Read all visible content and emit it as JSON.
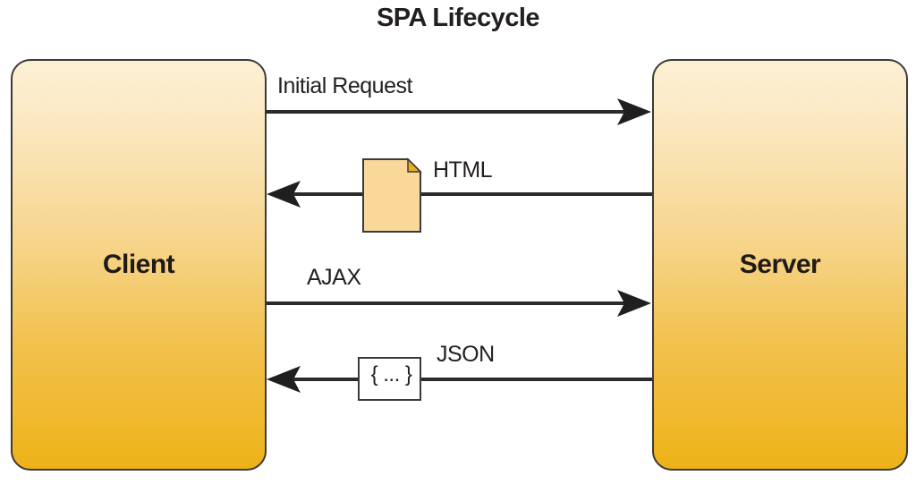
{
  "title": "SPA Lifecycle",
  "nodes": {
    "client": "Client",
    "server": "Server"
  },
  "arrows": [
    {
      "label": "Initial Request",
      "direction": "client-to-server",
      "payload_icon": null
    },
    {
      "label": "HTML",
      "direction": "server-to-client",
      "payload_icon": "document-icon"
    },
    {
      "label": "AJAX",
      "direction": "client-to-server",
      "payload_icon": null
    },
    {
      "label": "JSON",
      "direction": "server-to-client",
      "payload_icon": "json-braces-icon",
      "payload_text": "{ ... }"
    }
  ],
  "colors": {
    "box_top": "#fdf0d4",
    "box_bottom": "#eeb218",
    "line": "#2b2b2b",
    "document_fill": "#f9d89a",
    "document_corner": "#e8b020"
  }
}
